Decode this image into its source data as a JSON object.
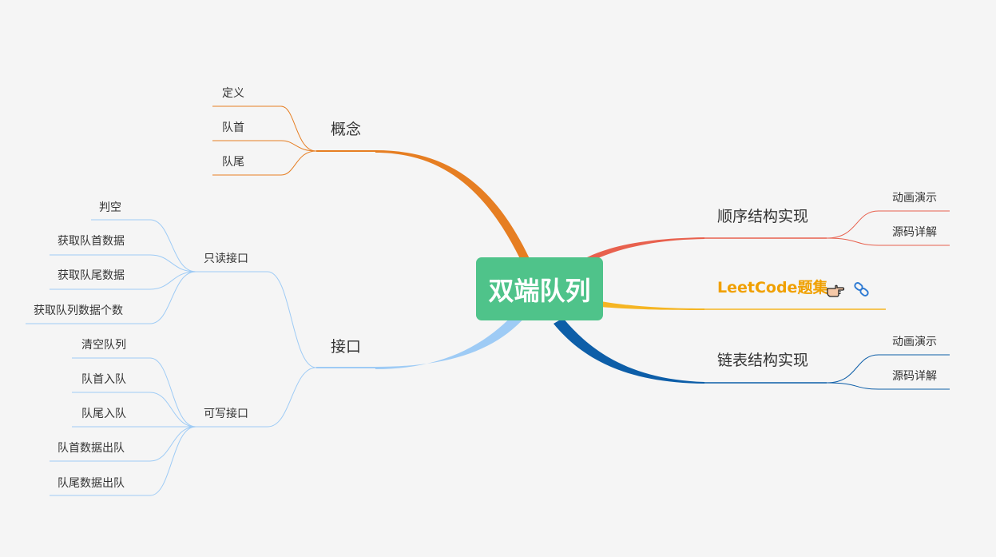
{
  "root": {
    "label": "双端队列",
    "color": "#4fc38a"
  },
  "branches": {
    "concept": {
      "label": "概念",
      "color": "#e67e22",
      "children": [
        "定义",
        "队首",
        "队尾"
      ]
    },
    "interface": {
      "label": "接口",
      "color": "#9ecbf5",
      "readonly": {
        "label": "只读接口",
        "children": [
          "判空",
          "获取队首数据",
          "获取队尾数据",
          "获取队列数据个数"
        ]
      },
      "writable": {
        "label": "可写接口",
        "children": [
          "清空队列",
          "队首入队",
          "队尾入队",
          "队首数据出队",
          "队尾数据出队"
        ]
      }
    },
    "sequential": {
      "label": "顺序结构实现",
      "color": "#e8614e",
      "children": [
        "动画演示",
        "源码详解"
      ]
    },
    "leetcode": {
      "label": "LeetCode题集",
      "color": "#f5b523",
      "icons": [
        "pointing-hand-icon",
        "link-icon"
      ]
    },
    "linked": {
      "label": "链表结构实现",
      "color": "#0d5ea8",
      "children": [
        "动画演示",
        "源码详解"
      ]
    }
  }
}
